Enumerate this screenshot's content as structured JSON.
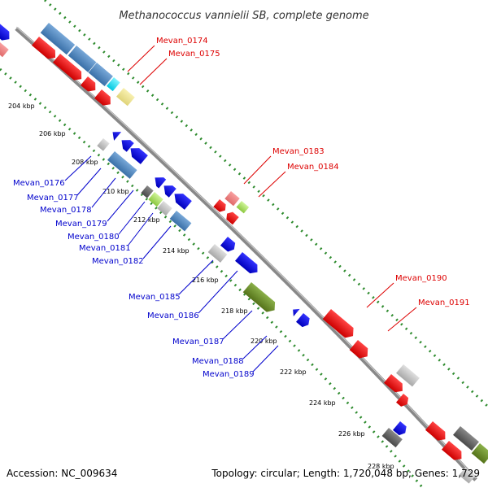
{
  "title": "Methanococcus vannielii SB, complete genome",
  "footer": {
    "accession": "Accession: NC_009634",
    "summary": "Topology: circular; Length: 1,720,048 bp; Genes: 1,729"
  },
  "ticks": [
    "204 kbp",
    "206 kbp",
    "208 kbp",
    "210 kbp",
    "212 kbp",
    "214 kbp",
    "216 kbp",
    "218 kbp",
    "220 kbp",
    "222 kbp",
    "224 kbp",
    "226 kbp",
    "228 kbp"
  ],
  "gene_labels": {
    "mevan_0174": "Mevan_0174",
    "mevan_0175": "Mevan_0175",
    "mevan_0176": "Mevan_0176",
    "mevan_0177": "Mevan_0177",
    "mevan_0178": "Mevan_0178",
    "mevan_0179": "Mevan_0179",
    "mevan_0180": "Mevan_0180",
    "mevan_0181": "Mevan_0181",
    "mevan_0182": "Mevan_0182",
    "mevan_0183": "Mevan_0183",
    "mevan_0184": "Mevan_0184",
    "mevan_0185": "Mevan_0185",
    "mevan_0186": "Mevan_0186",
    "mevan_0187": "Mevan_0187",
    "mevan_0188": "Mevan_0188",
    "mevan_0189": "Mevan_0189",
    "mevan_0190": "Mevan_0190",
    "mevan_0191": "Mevan_0191"
  },
  "colors": {
    "backbone": "#888888",
    "gc_track": "#2e8b2e",
    "red_label": "#dd0000",
    "blue_label": "#0000cc",
    "red_gene": "#ee1111",
    "pink_gene": "#f08080",
    "steelblue_gene": "#4a86c0",
    "blue_gene": "#1111ee",
    "gray_gene": "#c8c8c8",
    "darkgray_gene": "#666666",
    "olive_gene": "#6b8e23",
    "lime_gene": "#a8e05a",
    "cyan_gene": "#00e5ff",
    "khaki_gene": "#f0e68c"
  }
}
